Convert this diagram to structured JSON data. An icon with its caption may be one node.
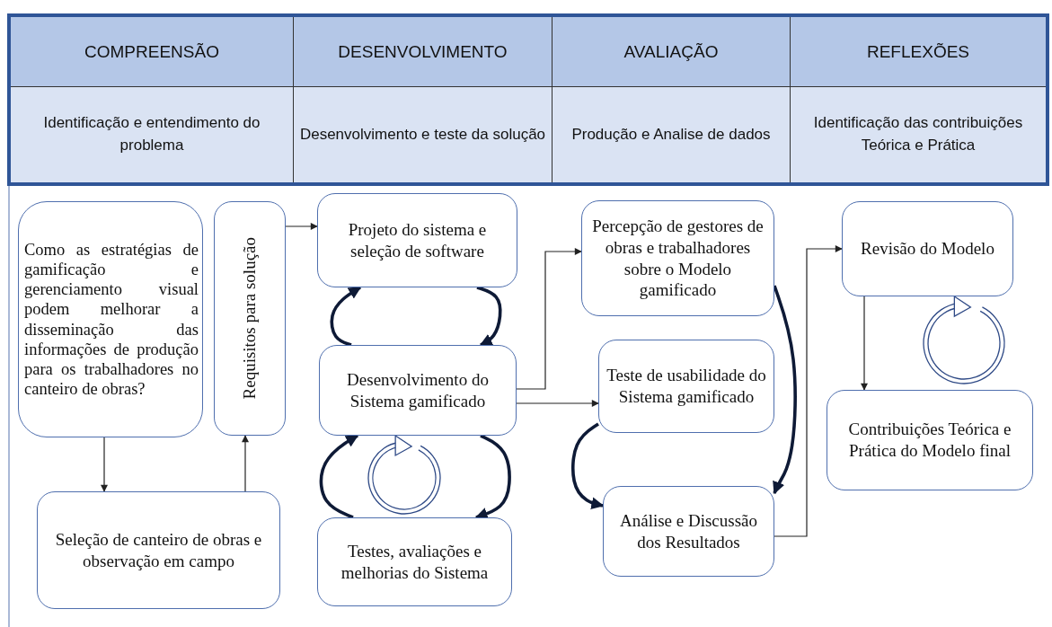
{
  "diagram": {
    "nodes": [
      {
        "text": [
          "Como as estratégias de gamificação e gerenciamento visual podem melhorar a disseminação das informações de produção para os trabalhadores no canteiro de obras?"
        ]
      },
      {
        "text": [
          "Requisitos para solução"
        ]
      },
      {
        "text": [
          "Seleção de canteiro de obras e observação em campo"
        ]
      },
      {
        "text": [
          "Projeto do sistema e seleção de software"
        ]
      },
      {
        "text": [
          "Desenvolvimento do Sistema gamificado"
        ]
      },
      {
        "text": [
          "Testes, avaliações e melhorias do Sistema"
        ]
      },
      {
        "text": [
          "Percepção de gestores de obras e trabalhadores sobre o Modelo gamificado"
        ]
      },
      {
        "text": [
          "Teste de usabilidade do Sistema gamificado"
        ]
      },
      {
        "text": [
          "Análise e Discussão dos Resultados"
        ]
      },
      {
        "text": [
          "Revisão do Modelo"
        ]
      },
      {
        "text": [
          "Contribuições Teórica e Prática do Modelo final"
        ]
      }
    ],
    "edges": [
      {
        "from": 0,
        "to": 2,
        "arrow": "to"
      },
      {
        "from": 2,
        "to": 1,
        "arrow": "to"
      },
      {
        "from": 1,
        "to": 3,
        "arrow": "to"
      },
      {
        "from": 3,
        "to": 4,
        "arrow": "to",
        "style": "thick"
      },
      {
        "from": 4,
        "to": 3,
        "arrow": "to",
        "style": "thick"
      },
      {
        "from": 4,
        "to": 5,
        "arrow": "to",
        "style": "thick"
      },
      {
        "from": 5,
        "to": 4,
        "arrow": "to",
        "style": "thick"
      },
      {
        "from": 4,
        "to": 6,
        "arrow": "to"
      },
      {
        "from": 4,
        "to": 7,
        "arrow": "to"
      },
      {
        "from": 7,
        "to": 8,
        "arrow": "to",
        "style": "thick"
      },
      {
        "from": 6,
        "to": 8,
        "arrow": "to",
        "style": "thick"
      },
      {
        "from": 8,
        "to": 9,
        "arrow": "to"
      },
      {
        "from": 9,
        "to": 10,
        "arrow": "to"
      }
    ],
    "labels": [
      "COMPREENSÃO",
      "DESENVOLVIMENTO",
      "AVALIAÇÃO",
      "REFLEXÕES",
      "Identificação e entendimento do problema",
      "Desenvolvimento e teste da solução",
      "Produção e Analise de dados",
      "Identificação das contribuições Teórica e Prática"
    ]
  }
}
